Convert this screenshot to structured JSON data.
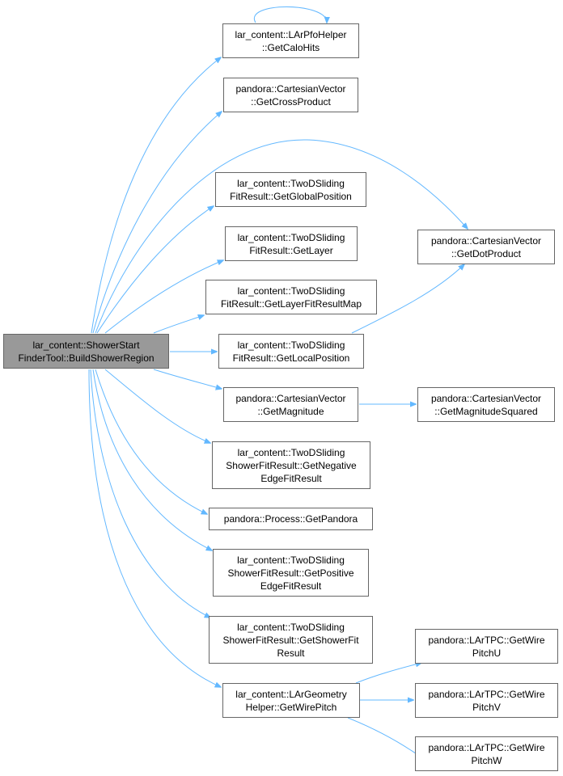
{
  "nodes": [
    {
      "id": "root",
      "lines": [
        "lar_content::ShowerStart",
        "FinderTool::BuildShowerRegion"
      ]
    },
    {
      "id": "getcalohits",
      "lines": [
        "lar_content::LArPfoHelper",
        "::GetCaloHits"
      ]
    },
    {
      "id": "getcrossproduct",
      "lines": [
        "pandora::CartesianVector",
        "::GetCrossProduct"
      ]
    },
    {
      "id": "getglobalposition",
      "lines": [
        "lar_content::TwoDSliding",
        "FitResult::GetGlobalPosition"
      ]
    },
    {
      "id": "getlayer",
      "lines": [
        "lar_content::TwoDSliding",
        "FitResult::GetLayer"
      ]
    },
    {
      "id": "getlayerfitresultmap",
      "lines": [
        "lar_content::TwoDSliding",
        "FitResult::GetLayerFitResultMap"
      ]
    },
    {
      "id": "getlocalposition",
      "lines": [
        "lar_content::TwoDSliding",
        "FitResult::GetLocalPosition"
      ]
    },
    {
      "id": "getmagnitude",
      "lines": [
        "pandora::CartesianVector",
        "::GetMagnitude"
      ]
    },
    {
      "id": "getnegativeedgefitresult",
      "lines": [
        "lar_content::TwoDSliding",
        "ShowerFitResult::GetNegative",
        "EdgeFitResult"
      ]
    },
    {
      "id": "getpandora",
      "lines": [
        "pandora::Process::GetPandora"
      ]
    },
    {
      "id": "getpositiveedgefitresult",
      "lines": [
        "lar_content::TwoDSliding",
        "ShowerFitResult::GetPositive",
        "EdgeFitResult"
      ]
    },
    {
      "id": "getshowerfitresult",
      "lines": [
        "lar_content::TwoDSliding",
        "ShowerFitResult::GetShowerFit",
        "Result"
      ]
    },
    {
      "id": "getwirepitch",
      "lines": [
        "lar_content::LArGeometry",
        "Helper::GetWirePitch"
      ]
    },
    {
      "id": "getdotproduct",
      "lines": [
        "pandora::CartesianVector",
        "::GetDotProduct"
      ]
    },
    {
      "id": "getmagnitudesquared",
      "lines": [
        "pandora::CartesianVector",
        "::GetMagnitudeSquared"
      ]
    },
    {
      "id": "getwirepitchu",
      "lines": [
        "pandora::LArTPC::GetWire",
        "PitchU"
      ]
    },
    {
      "id": "getwirepitchv",
      "lines": [
        "pandora::LArTPC::GetWire",
        "PitchV"
      ]
    },
    {
      "id": "getwirepitchw",
      "lines": [
        "pandora::LArTPC::GetWire",
        "PitchW"
      ]
    }
  ],
  "edges": [
    [
      "root",
      "getcalohits"
    ],
    [
      "root",
      "getcrossproduct"
    ],
    [
      "root",
      "getdotproduct"
    ],
    [
      "root",
      "getglobalposition"
    ],
    [
      "root",
      "getlayer"
    ],
    [
      "root",
      "getlayerfitresultmap"
    ],
    [
      "root",
      "getlocalposition"
    ],
    [
      "root",
      "getmagnitude"
    ],
    [
      "root",
      "getnegativeedgefitresult"
    ],
    [
      "root",
      "getpandora"
    ],
    [
      "root",
      "getpositiveedgefitresult"
    ],
    [
      "root",
      "getshowerfitresult"
    ],
    [
      "root",
      "getwirepitch"
    ],
    [
      "getcalohits",
      "getcalohits"
    ],
    [
      "getlocalposition",
      "getdotproduct"
    ],
    [
      "getmagnitude",
      "getmagnitudesquared"
    ],
    [
      "getwirepitch",
      "getwirepitchu"
    ],
    [
      "getwirepitch",
      "getwirepitchv"
    ],
    [
      "getwirepitch",
      "getwirepitchw"
    ]
  ],
  "colors": {
    "edge": "#63b8ff",
    "node_border": "#666666",
    "root_fill": "#999999",
    "node_fill": "#ffffff"
  }
}
